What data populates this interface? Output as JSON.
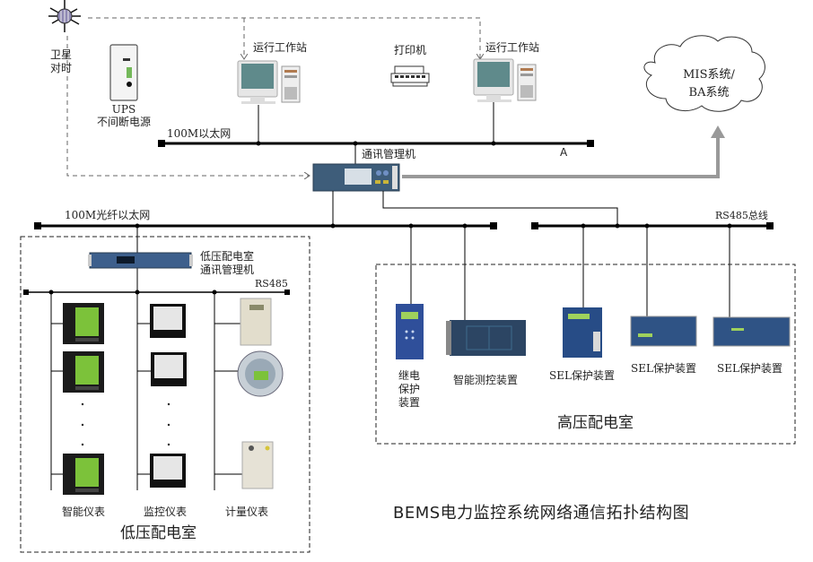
{
  "title": "BEMS电力监控系统网络通信拓扑结构图",
  "satellite": {
    "icon": "satellite-icon",
    "label_line1": "卫星",
    "label_line2": "对时"
  },
  "ups": {
    "icon": "ups-icon",
    "label_line1": "UPS",
    "label_line2": "不间断电源"
  },
  "workstations": [
    {
      "label": "运行工作站",
      "icon": "workstation-icon"
    },
    {
      "label": "运行工作站",
      "icon": "workstation-icon"
    }
  ],
  "printer": {
    "label": "打印机",
    "icon": "printer-icon"
  },
  "mis": {
    "line1": "MIS系统/",
    "line2": "BA系统",
    "icon": "cloud-icon"
  },
  "ethernet_100m": {
    "label": "100M以太网",
    "end_label": "A"
  },
  "comm_manager": {
    "label": "通讯管理机",
    "icon": "comm-manager-icon"
  },
  "fiber_ethernet": {
    "label": "100M光纤以太网"
  },
  "rs485_bus": {
    "label": "RS485总线"
  },
  "low_voltage_room": {
    "title": "低压配电室",
    "manager_label_line1": "低压配电室",
    "manager_label_line2": "通讯管理机",
    "rs485_label": "RS485",
    "columns": [
      {
        "label": "智能仪表",
        "icon": "smart-meter-icon"
      },
      {
        "label": "监控仪表",
        "icon": "monitor-meter-icon"
      },
      {
        "label": "计量仪表",
        "icon": "energy-meter-icon"
      }
    ],
    "ellipsis": "·"
  },
  "high_voltage_room": {
    "title": "高压配电室",
    "devices": [
      {
        "label": "继电保护装置",
        "chars": [
          "继电",
          "保护",
          "装置"
        ],
        "icon": "relay-protection-icon"
      },
      {
        "label": "智能测控装置",
        "icon": "measure-control-icon"
      },
      {
        "label": "SEL保护装置",
        "icon": "sel-protection-icon"
      },
      {
        "label": "SEL保护装置",
        "icon": "sel-protection-icon"
      },
      {
        "label": "SEL保护装置",
        "icon": "sel-protection-icon"
      }
    ]
  },
  "colors": {
    "line": "#000000",
    "dashed": "#777777",
    "arrow_gray": "#999999",
    "screen": "#5f8a8b",
    "device_blue": "#2a4e86",
    "meter_green": "#7cc23a"
  }
}
